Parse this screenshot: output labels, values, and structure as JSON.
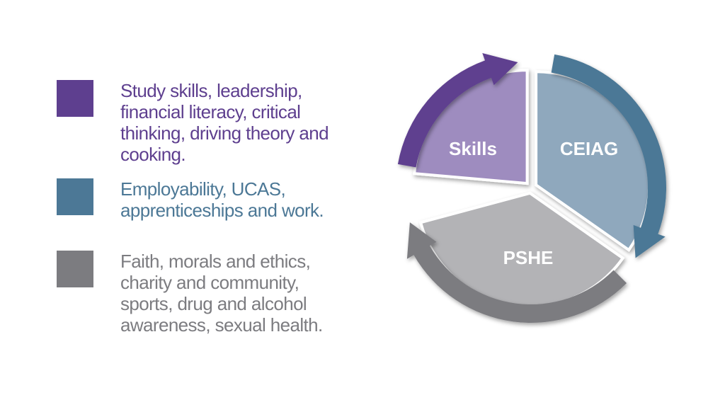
{
  "legend": [
    {
      "text": "Study skills, leadership,\nfinancial literacy, critical\nthinking, driving theory and\ncooking.",
      "color": "#5e3f8f"
    },
    {
      "text": "Employability, UCAS,\napprenticeships and work.",
      "color": "#4c7896"
    },
    {
      "text": "Faith, morals and ethics,\ncharity and community,\nsports, drug and alcohol\nawareness, sexual health.",
      "color": "#7c7c80"
    }
  ],
  "cycle": {
    "segments": [
      {
        "label": "Skills",
        "fill": "#9e8cbf",
        "arrow": "#5e3f8f"
      },
      {
        "label": "CEIAG",
        "fill": "#8fa8bd",
        "arrow": "#4c7896"
      },
      {
        "label": "PSHE",
        "fill": "#b3b3b6",
        "arrow": "#7c7c80"
      }
    ]
  }
}
